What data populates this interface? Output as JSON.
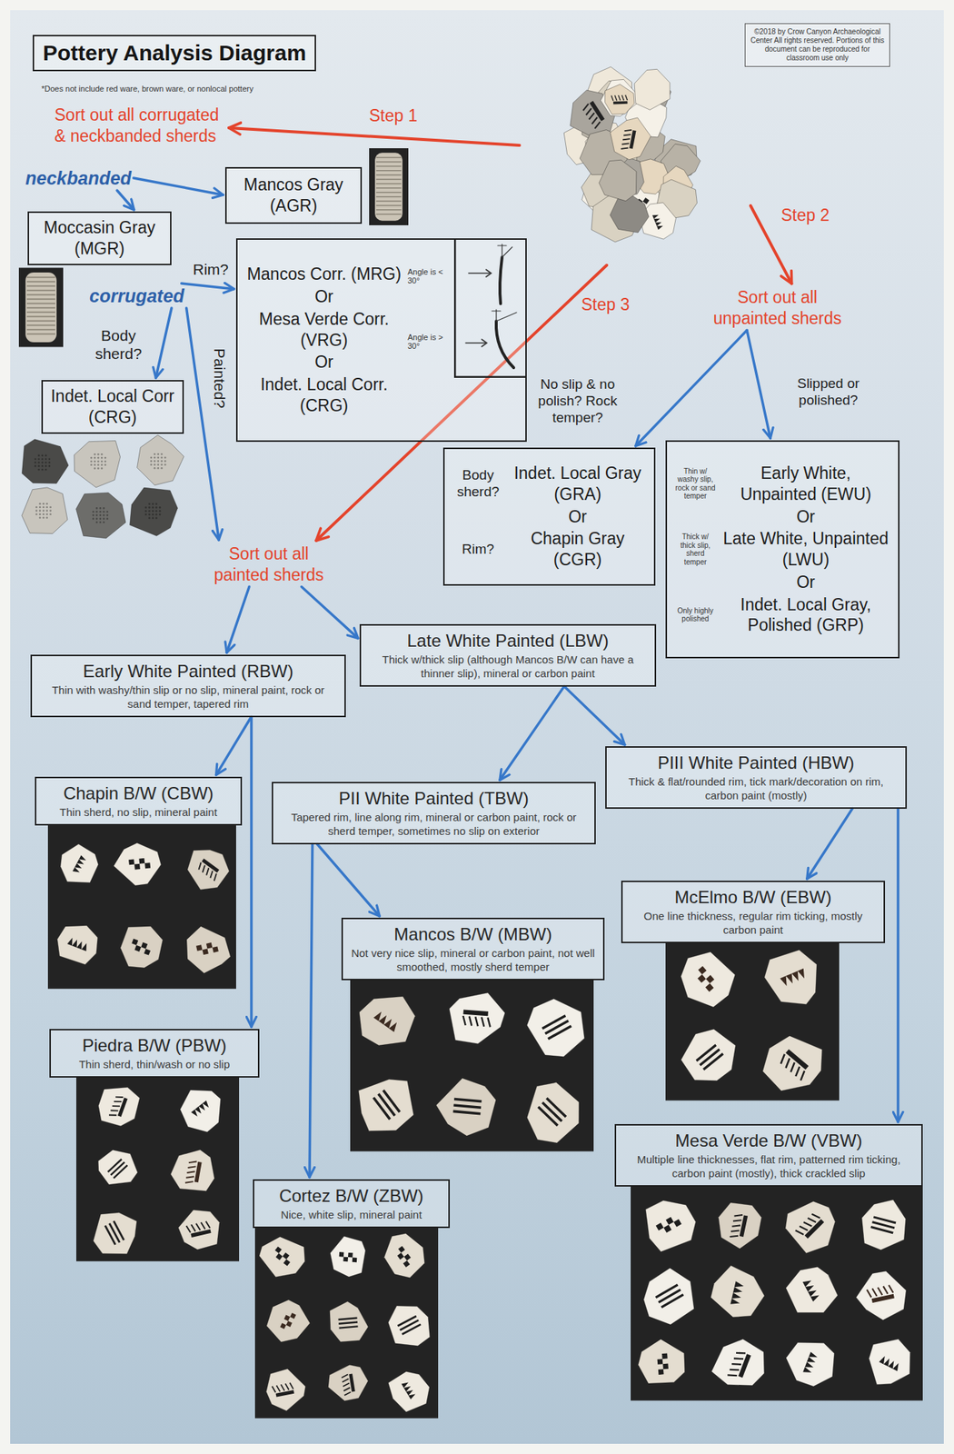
{
  "diagram": {
    "title": "Pottery Analysis Diagram",
    "nodes": [
      {
        "text": [
          "©2018 by Crow Canyon Archaeological Center All rights reserved. Portions of this document can be reproduced for classroom use only"
        ]
      },
      {
        "text": [
          "Sort out all corrugated & neckbanded sherds"
        ]
      },
      {
        "text": [
          "neckbanded"
        ]
      },
      {
        "text": [
          "Mancos Gray (AGR)"
        ]
      },
      {
        "text": [
          "Moccasin Gray (MGR)"
        ]
      },
      {
        "text": [
          "corrugated"
        ]
      },
      {
        "text": [
          "Mancos Corr. (MRG)",
          "Angle is < 30°",
          "Or",
          "Mesa Verde Corr. (VRG)",
          "Angle is > 30°",
          "Or",
          "Indet. Local Corr. (CRG)"
        ]
      },
      {
        "text": [
          "Indet. Local Corr (CRG)"
        ]
      },
      {
        "text": [
          "Sort out all unpainted sherds"
        ]
      },
      {
        "text": [
          "Body sherd?",
          "Indet. Local Gray (GRA)",
          "Or",
          "Chapin Gray (CGR)",
          "Rim?"
        ]
      },
      {
        "text": [
          "Thin w/ washy slip, rock or sand temper",
          "Early White, Unpainted (EWU)",
          "Or",
          "Thick w/ thick slip, sherd temper",
          "Late White, Unpainted (LWU)",
          "Or",
          "Only highly polished",
          "Indet. Local Gray, Polished (GRP)"
        ]
      },
      {
        "text": [
          "Sort out all painted sherds"
        ]
      },
      {
        "text": [
          "Late White Painted (LBW)",
          "Thick w/thick slip (although Mancos B/W can have a thinner slip), mineral or carbon paint"
        ]
      },
      {
        "text": [
          "Early White Painted (RBW)",
          "Thin with washy/thin slip or no slip, mineral paint, rock or sand temper, tapered rim"
        ]
      },
      {
        "text": [
          "PIII White Painted (HBW)",
          "Thick & flat/rounded rim, tick mark/decoration on rim, carbon paint (mostly)"
        ]
      },
      {
        "text": [
          "Chapin B/W (CBW)",
          "Thin sherd, no slip, mineral paint"
        ]
      },
      {
        "text": [
          "PII White Painted (TBW)",
          "Tapered rim, line along rim, mineral or carbon paint, rock or sherd temper, sometimes no slip on exterior"
        ]
      },
      {
        "text": [
          "McElmo B/W (EBW)",
          "One line thickness, regular rim ticking, mostly carbon paint"
        ]
      },
      {
        "text": [
          "Mancos B/W (MBW)",
          "Not very nice slip, mineral or carbon paint, not well smoothed, mostly sherd temper"
        ]
      },
      {
        "text": [
          "Piedra B/W (PBW)",
          "Thin sherd, thin/wash or no slip"
        ]
      },
      {
        "text": [
          "Mesa Verde B/W (VBW)",
          "Multiple line thicknesses, flat rim, patterned rim ticking, carbon paint (mostly), thick crackled slip"
        ]
      },
      {
        "text": [
          "Cortez B/W (ZBW)",
          "Nice, white slip, mineral paint"
        ]
      }
    ],
    "edges": [
      {
        "from": 2,
        "to": 3,
        "arrow": "to"
      },
      {
        "from": 2,
        "to": 4,
        "arrow": "to"
      },
      {
        "from": 5,
        "to": 6,
        "label": "Rim?",
        "arrow": "to"
      },
      {
        "from": 5,
        "to": 7,
        "label": "Body sherd?",
        "arrow": "to"
      },
      {
        "from": 5,
        "to": 11,
        "label": "Painted?",
        "arrow": "to"
      },
      {
        "from": 8,
        "to": 9,
        "label": "No slip & no polish? Rock temper?",
        "arrow": "to"
      },
      {
        "from": 8,
        "to": 10,
        "label": "Slipped or polished?",
        "arrow": "to"
      },
      {
        "from": 11,
        "to": 13,
        "arrow": "to"
      },
      {
        "from": 11,
        "to": 12,
        "arrow": "to"
      },
      {
        "from": 13,
        "to": 15,
        "arrow": "to"
      },
      {
        "from": 13,
        "to": 19,
        "arrow": "to"
      },
      {
        "from": 12,
        "to": 16,
        "arrow": "to"
      },
      {
        "from": 12,
        "to": 14,
        "arrow": "to"
      },
      {
        "from": 16,
        "to": 18,
        "arrow": "to"
      },
      {
        "from": 16,
        "to": 21,
        "arrow": "to"
      },
      {
        "from": 14,
        "to": 17,
        "arrow": "to"
      },
      {
        "from": 14,
        "to": 20,
        "arrow": "to"
      }
    ],
    "labels": [
      "*Does not include red ware, brown ware, or nonlocal pottery",
      "Step 1",
      "Step 2",
      "Step 3"
    ]
  }
}
